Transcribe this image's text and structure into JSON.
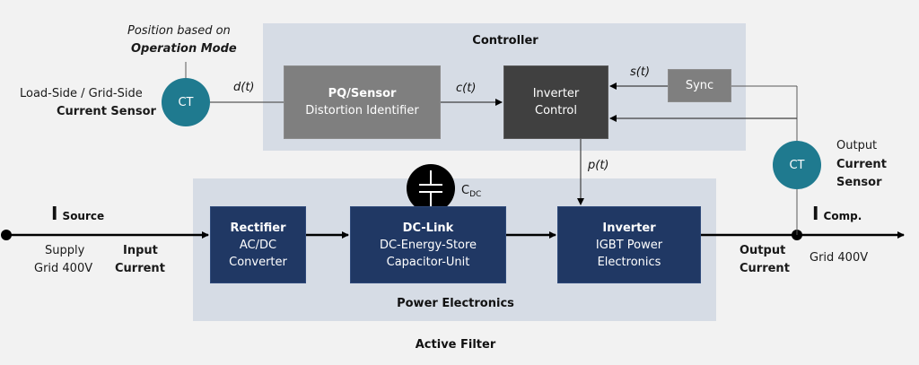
{
  "diagram": {
    "title": "Active Filter",
    "controller": {
      "title": "Controller",
      "pq_sensor": {
        "title": "PQ/Sensor",
        "subtitle": "Distortion Identifier"
      },
      "inverter_control": {
        "line1": "Inverter",
        "line2": "Control"
      },
      "sync": {
        "label": "Sync"
      }
    },
    "power_electronics": {
      "title": "Power Electronics",
      "rectifier": {
        "title": "Rectifier",
        "line1": "AC/DC",
        "line2": "Converter"
      },
      "dc_link": {
        "title": "DC-Link",
        "line1": "DC-Energy-Store",
        "line2": "Capacitor-Unit"
      },
      "inverter": {
        "title": "Inverter",
        "line1": "IGBT Power",
        "line2": "Electronics"
      },
      "capacitor": {
        "symbol": "C",
        "subscript": "DC"
      }
    },
    "signals": {
      "d": "d(t)",
      "c": "c(t)",
      "s": "s(t)",
      "p": "p(t)"
    },
    "left_sensor": {
      "ct_label": "CT",
      "position_note_line1": "Position based on",
      "position_note_line2": "Operation Mode",
      "label_line1": "Load-Side / Grid-Side",
      "label_line2": "Current Sensor"
    },
    "right_sensor": {
      "ct_label": "CT",
      "label_line1": "Output",
      "label_line2": "Current",
      "label_line3": "Sensor"
    },
    "source": {
      "current_symbol": "I",
      "current_subscript": "Source",
      "supply_line1": "Supply",
      "supply_line2": "Grid 400V",
      "input_line1": "Input",
      "input_line2": "Current"
    },
    "output": {
      "current_symbol": "I",
      "current_subscript": "Comp.",
      "output_line1": "Output",
      "output_line2": "Current",
      "grid": "Grid 400V"
    },
    "colors": {
      "background": "#f2f2f2",
      "panel": "#d6dce5",
      "navy_block": "#203864",
      "gray_block": "#7f7f7f",
      "dark_block": "#404040",
      "ct_teal": "#1f7a8f"
    }
  }
}
